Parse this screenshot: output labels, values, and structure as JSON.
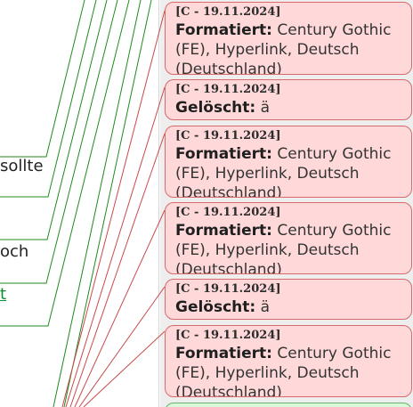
{
  "document": {
    "fragments": [
      {
        "text": "sollte",
        "link": false
      },
      {
        "text": "och",
        "link": false
      },
      {
        "text": "t",
        "link": true
      }
    ]
  },
  "comments": [
    {
      "header": "[C - 19.11.2024]",
      "kind": "Formatiert:",
      "body": "Century Gothic (FE), Hyperlink, Deutsch (Deutschland)"
    },
    {
      "header": "[C - 19.11.2024]",
      "kind": "Gelöscht:",
      "body": "ä"
    },
    {
      "header": "[C - 19.11.2024]",
      "kind": "Formatiert:",
      "body": "Century Gothic (FE), Hyperlink, Deutsch (Deutschland)"
    },
    {
      "header": "[C - 19.11.2024]",
      "kind": "Formatiert:",
      "body": "Century Gothic (FE), Hyperlink, Deutsch (Deutschland)"
    },
    {
      "header": "[C - 19.11.2024]",
      "kind": "Gelöscht:",
      "body": "ä"
    },
    {
      "header": "[C - 19.11.2024]",
      "kind": "Formatiert:",
      "body": "Century Gothic (FE), Hyperlink, Deutsch (Deutschland)"
    }
  ],
  "colors": {
    "insertion_line": "#1f8a1f",
    "comment_line": "#c94a4a",
    "comment_fill": "#ffd9d9",
    "comment_border": "#d86a6a",
    "link_text": "#0b8f2c"
  }
}
